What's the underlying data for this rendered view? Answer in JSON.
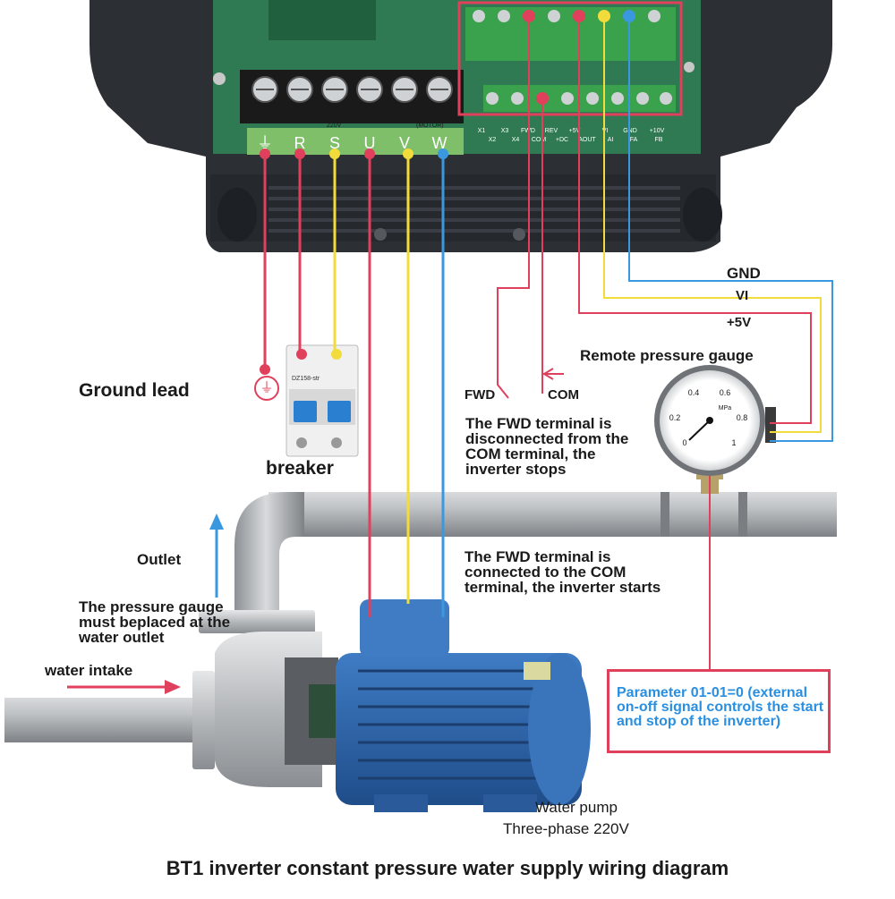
{
  "diagram": {
    "title": "BT1 inverter constant pressure water supply wiring diagram",
    "power_terminals": [
      "⏚",
      "R",
      "S",
      "U",
      "V",
      "W"
    ],
    "power_header": "220V",
    "motor_header": "(MOTOR)",
    "control_terminals_top": [
      "X1",
      "X3",
      "FWD",
      "REV",
      "+5V",
      "VI",
      "GND",
      "+10V"
    ],
    "control_terminals_bottom": [
      "X2",
      "X4",
      "COM",
      "+DC",
      "AOUT",
      "AI",
      "FA",
      "FB"
    ],
    "signal_labels": {
      "gnd": "GND",
      "vi": "VI",
      "plus5v": "+5V"
    },
    "remote_gauge_label": "Remote pressure gauge",
    "gauge_ticks": [
      "0",
      "0.2",
      "0.4",
      "0.6",
      "0.8",
      "1"
    ],
    "gauge_unit": "MPa",
    "switch_fwd": "FWD",
    "switch_com": "COM",
    "ground_label": "Ground lead",
    "breaker_label": "breaker",
    "breaker_rating": "DZ158-str",
    "fwd_disconnected_note": "The FWD terminal is disconnected from the COM terminal, the inverter stops",
    "fwd_connected_note": "The FWD terminal is connected to the COM terminal, the inverter starts",
    "outlet_label": "Outlet",
    "pressure_gauge_note": "The pressure gauge must beplaced at the water outlet",
    "water_intake_label": "water intake",
    "parameter_note": "Parameter 01-01=0 (external on-off signal controls the start and stop of the inverter)",
    "pump_label": "Water pump",
    "pump_spec": "Three-phase 220V",
    "colors": {
      "red": "#e0405c",
      "yellow": "#f2dc3c",
      "blue": "#3a98e0",
      "inverter_body": "#2c2f34",
      "pipe": "#9a9da0",
      "motor": "#2d63a8"
    }
  }
}
